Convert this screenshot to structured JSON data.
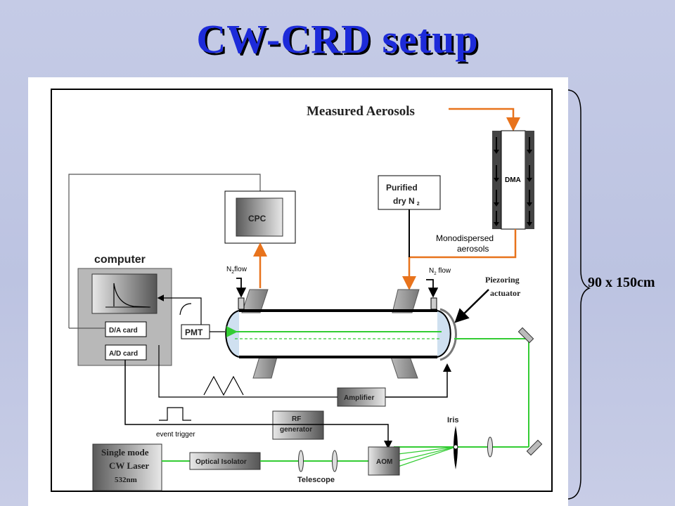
{
  "title": "CW-CRD setup",
  "dimension_label": "90 x 150cm",
  "labels": {
    "measured_aerosols": "Measured Aerosols",
    "dma": "DMA",
    "purified": "Purified",
    "dry_n": "dry N",
    "dry_n_sub": "2",
    "cpc": "CPC",
    "monodispersed": "Monodispersed",
    "aerosols": "aerosols",
    "computer": "computer",
    "n2flow_left": "N",
    "n2flow_left_sub": "2",
    "n2flow_left_rest": "flow",
    "n2flow_right": "N",
    "n2flow_right_sub": "2",
    "n2flow_right_rest": " flow",
    "piezo_1": "Piezoring",
    "piezo_2": "actuator",
    "da_card": "D/A card",
    "ad_card": "A/D card",
    "pmt": "PMT",
    "amplifier": "Amplifier",
    "rf_1": "RF",
    "rf_2": "generator",
    "event_trigger": "event trigger",
    "iris": "Iris",
    "laser_1": "Single mode",
    "laser_2": "CW Laser",
    "laser_3": "532nm",
    "optical_isolator": "Optical Isolator",
    "aom": "AOM",
    "telescope": "Telescope"
  },
  "colors": {
    "title": "#1d2bd9",
    "aerosol_line": "#e8731c",
    "beam": "#33cc33",
    "wire": "#000000"
  }
}
